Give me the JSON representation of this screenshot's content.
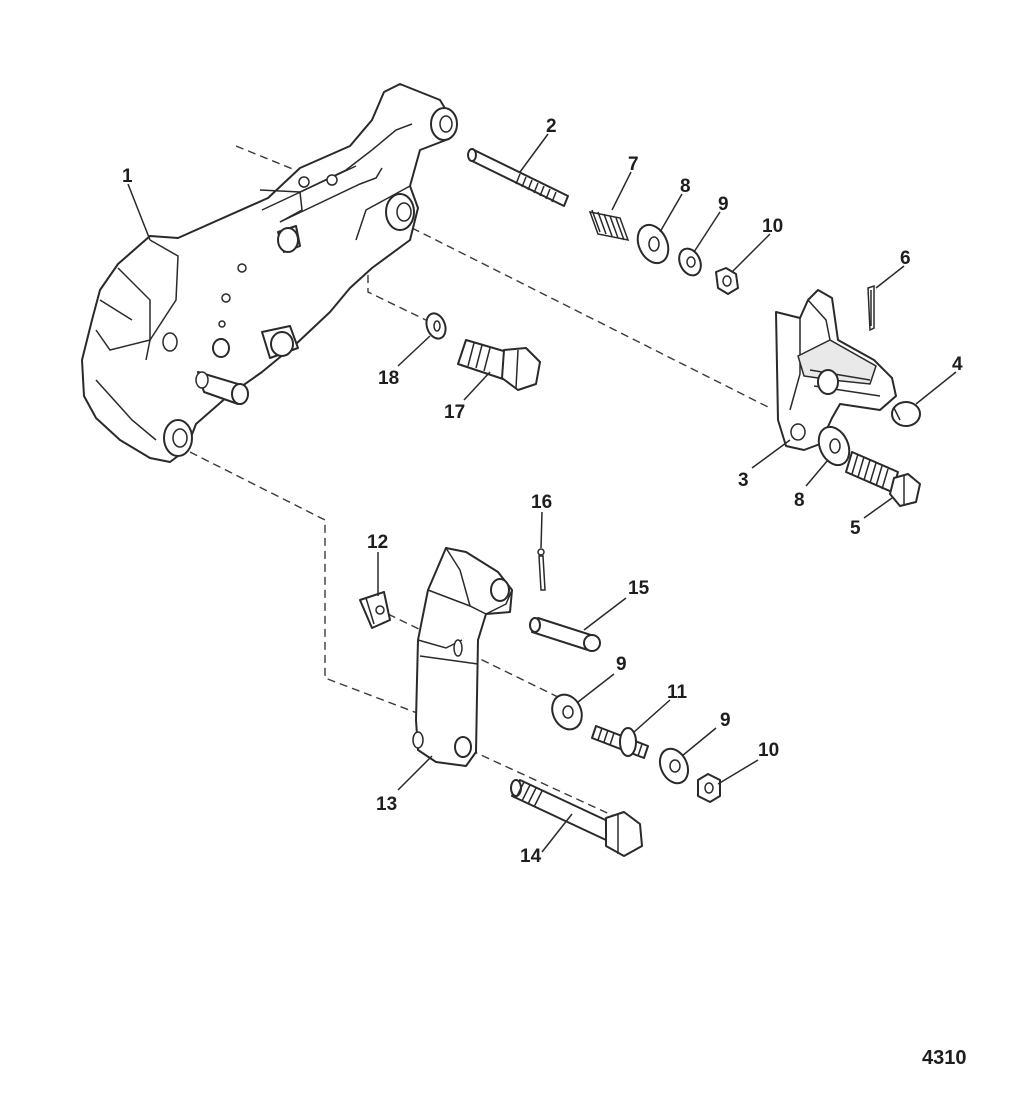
{
  "figure_number": "4310",
  "callouts": {
    "c1": "1",
    "c2": "2",
    "c3": "3",
    "c4": "4",
    "c5": "5",
    "c6": "6",
    "c7": "7",
    "c8a": "8",
    "c8b": "8",
    "c9a": "9",
    "c9b": "9",
    "c9c": "9",
    "c10a": "10",
    "c10b": "10",
    "c11": "11",
    "c12": "12",
    "c13": "13",
    "c14": "14",
    "c15": "15",
    "c16": "16",
    "c17": "17",
    "c18": "18"
  }
}
